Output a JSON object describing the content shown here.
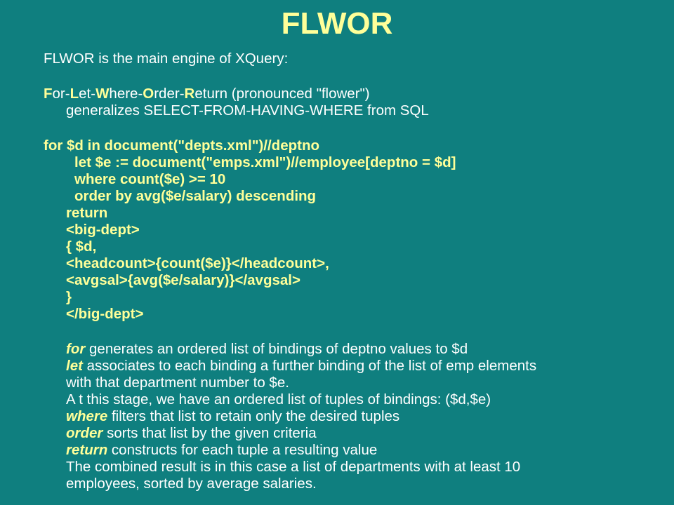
{
  "title": "FLWOR",
  "intro": "FLWOR is the main engine of XQuery:",
  "acronym": {
    "F": "F",
    "or": "or-",
    "L": "L",
    "et": "et-",
    "W": "W",
    "here": "here-",
    "O": "O",
    "rder": "rder-",
    "R": "R",
    "eturn": "eturn (pronounced \"flower\")",
    "line2": "generalizes SELECT-FROM-HAVING-WHERE from SQL"
  },
  "code": [
    "for $d in document(\"depts.xml\")//deptno",
    "let $e := document(\"emps.xml\")//employee[deptno = $d]",
    "where count($e) >= 10",
    "order by avg($e/salary) descending",
    "return",
    "<big-dept>",
    "{ $d,",
    "<headcount>{count($e)}</headcount>,",
    "<avgsal>{avg($e/salary)}</avgsal>",
    "}",
    "</big-dept>"
  ],
  "explain": [
    {
      "kw": "for",
      "text": " generates an ordered list of bindings of deptno values to $d"
    },
    {
      "kw": "let",
      "text": " associates to each binding a further binding of the list of emp elements"
    },
    {
      "kw": "",
      "text": "with that department number to $e."
    },
    {
      "kw": "",
      "text": "A t this stage, we have an ordered list of tuples of bindings: ($d,$e)"
    },
    {
      "kw": "where",
      "text": " filters that list to retain only the desired tuples"
    },
    {
      "kw": "order",
      "text": " sorts that list by the given criteria"
    },
    {
      "kw": "return",
      "text": " constructs for each tuple a resulting value"
    },
    {
      "kw": "",
      "text": "The combined result is in this case a list of departments with at least 10"
    },
    {
      "kw": "",
      "text": "employees, sorted by average salaries."
    }
  ],
  "colors": {
    "background": "#0f7f7f",
    "highlight": "#ffff99",
    "text": "#ffffff"
  }
}
